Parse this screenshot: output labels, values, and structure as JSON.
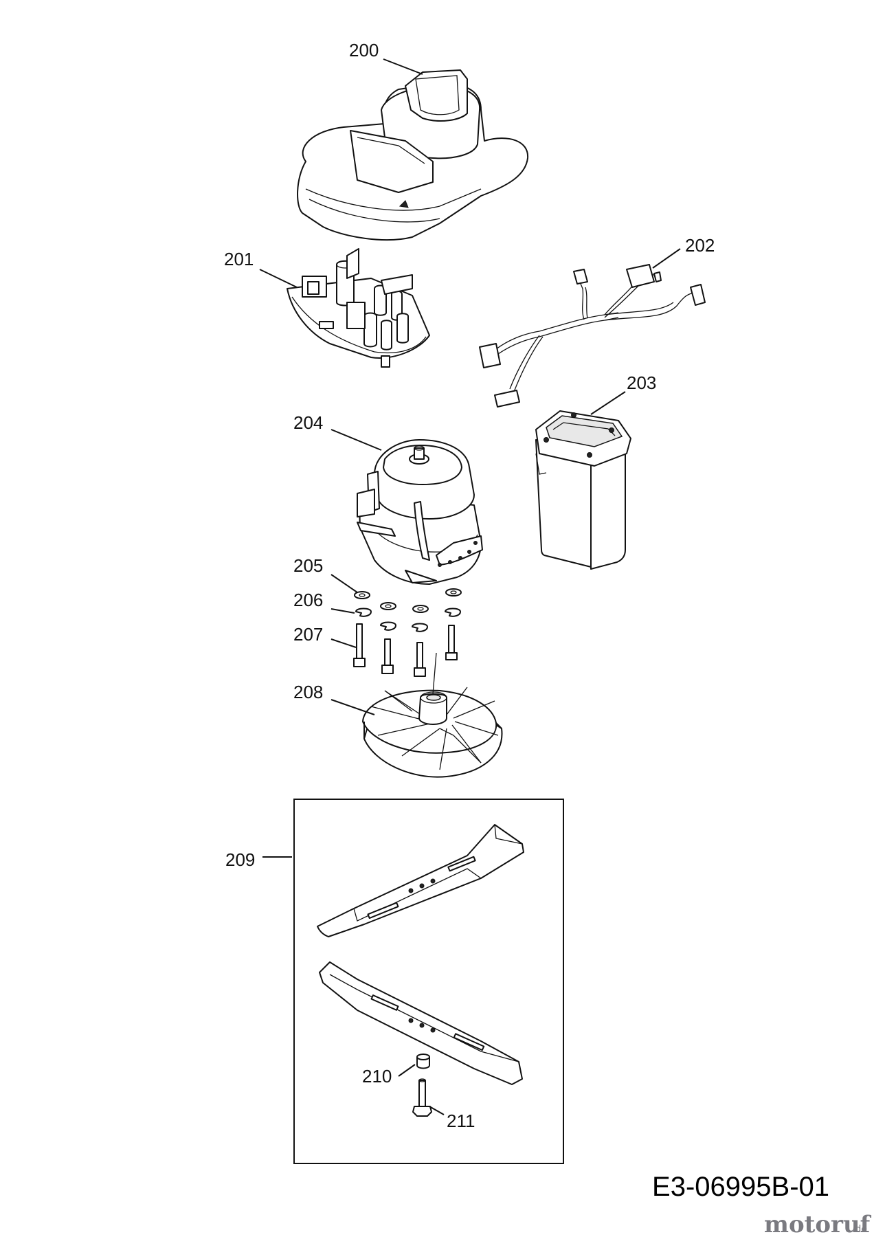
{
  "parts": [
    {
      "number": "200",
      "name": "housing-cover"
    },
    {
      "number": "201",
      "name": "circuit-board"
    },
    {
      "number": "202",
      "name": "wiring-harness"
    },
    {
      "number": "203",
      "name": "battery"
    },
    {
      "number": "204",
      "name": "motor"
    },
    {
      "number": "205",
      "name": "washer"
    },
    {
      "number": "206",
      "name": "lock-washer"
    },
    {
      "number": "207",
      "name": "screw"
    },
    {
      "number": "208",
      "name": "fan"
    },
    {
      "number": "209",
      "name": "blade-kit"
    },
    {
      "number": "210",
      "name": "spacer"
    },
    {
      "number": "211",
      "name": "bolt"
    }
  ],
  "drawing_code": "E3-06995B-01",
  "brand": {
    "name": "motoruf",
    "suffix": ".de"
  }
}
